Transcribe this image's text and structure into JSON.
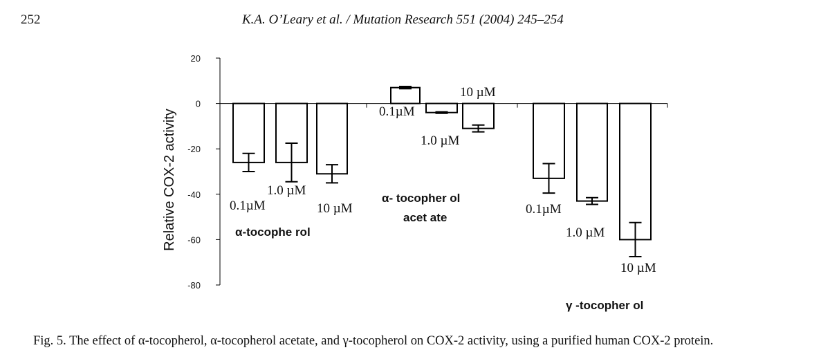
{
  "header": {
    "page_number": "252",
    "running_title": "K.A. O’Leary et al. / Mutation Research 551 (2004) 245–254"
  },
  "caption": "Fig. 5. The effect of α-tocopherol, α-tocopherol acetate, and γ-tocopherol on COX-2 activity, using a purified human COX-2 protein.",
  "chart_data": {
    "type": "bar",
    "ylabel": "Relative COX-2 activity",
    "ylim": [
      -80,
      20
    ],
    "yticks": [
      20,
      0,
      -20,
      -40,
      -60,
      -80
    ],
    "bar_fill": "#ffffff",
    "bar_stroke": "#000000",
    "groups": [
      {
        "name": "α-tocophe rol",
        "bars": [
          {
            "label": "0.1µM",
            "value": -26,
            "error": 4
          },
          {
            "label": "1.0 µM",
            "value": -26,
            "error": 8.5
          },
          {
            "label": "10  µM",
            "value": -31,
            "error": 4
          }
        ]
      },
      {
        "name_line1": "α- tocopher ol",
        "name_line2": "acet ate",
        "bars": [
          {
            "label": "0.1µM",
            "value": 7,
            "error": 0.5
          },
          {
            "label": "1.0 µM",
            "value": -4,
            "error": 0.3
          },
          {
            "label": "10  µM",
            "value": -11,
            "error": 1.5
          }
        ]
      },
      {
        "name": "γ -tocopher ol",
        "bars": [
          {
            "label": "0.1µM",
            "value": -33,
            "error": 6.5
          },
          {
            "label": "1.0 µM",
            "value": -43,
            "error": 1.5
          },
          {
            "label": "10  µM",
            "value": -60,
            "error": 7.5
          }
        ]
      }
    ]
  }
}
